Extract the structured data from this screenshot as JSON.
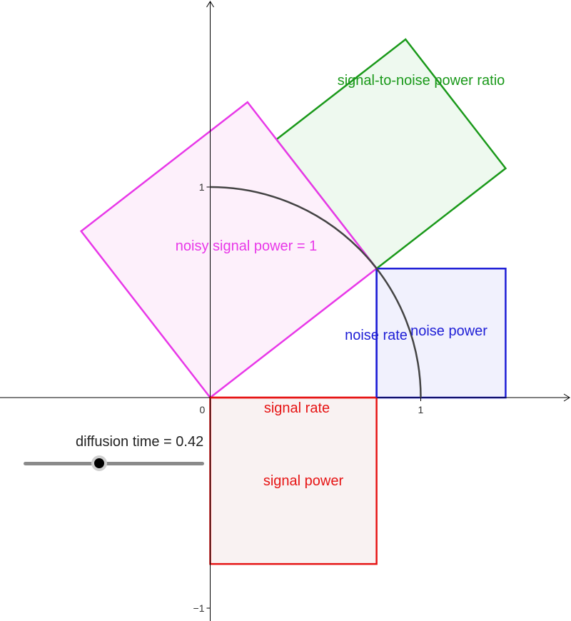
{
  "axes": {
    "x_ticks": [
      {
        "value": 0,
        "label": "0"
      },
      {
        "value": 1,
        "label": "1"
      }
    ],
    "y_ticks": [
      {
        "value": 1,
        "label": "1"
      },
      {
        "value": -1,
        "label": "−1"
      }
    ]
  },
  "slider": {
    "label": "diffusion time = 0.42",
    "value": 0.42,
    "min": 0,
    "max": 1
  },
  "shapes": {
    "signal_to_noise": {
      "label": "signal-to-noise power ratio",
      "stroke": "#1a991a",
      "fill": "#eef9ef"
    },
    "noisy_signal": {
      "label": "noisy signal power = 1",
      "stroke": "#e838e8",
      "fill": "#fdf0fb"
    },
    "noise_power": {
      "label": "noise power",
      "stroke": "#1e1ed6",
      "fill": "#f1f1fd"
    },
    "noise_rate": {
      "label": "noise rate",
      "stroke": "#1e1ed6"
    },
    "signal_power": {
      "label": "signal power",
      "stroke": "#e61414",
      "fill": "#f9f2f2"
    },
    "signal_rate": {
      "label": "signal rate",
      "stroke": "#e61414"
    },
    "arc": {
      "stroke": "#444444"
    }
  },
  "colors": {
    "axis": "#000000",
    "slider_track": "#8a8a8a",
    "knob": "#000000"
  }
}
